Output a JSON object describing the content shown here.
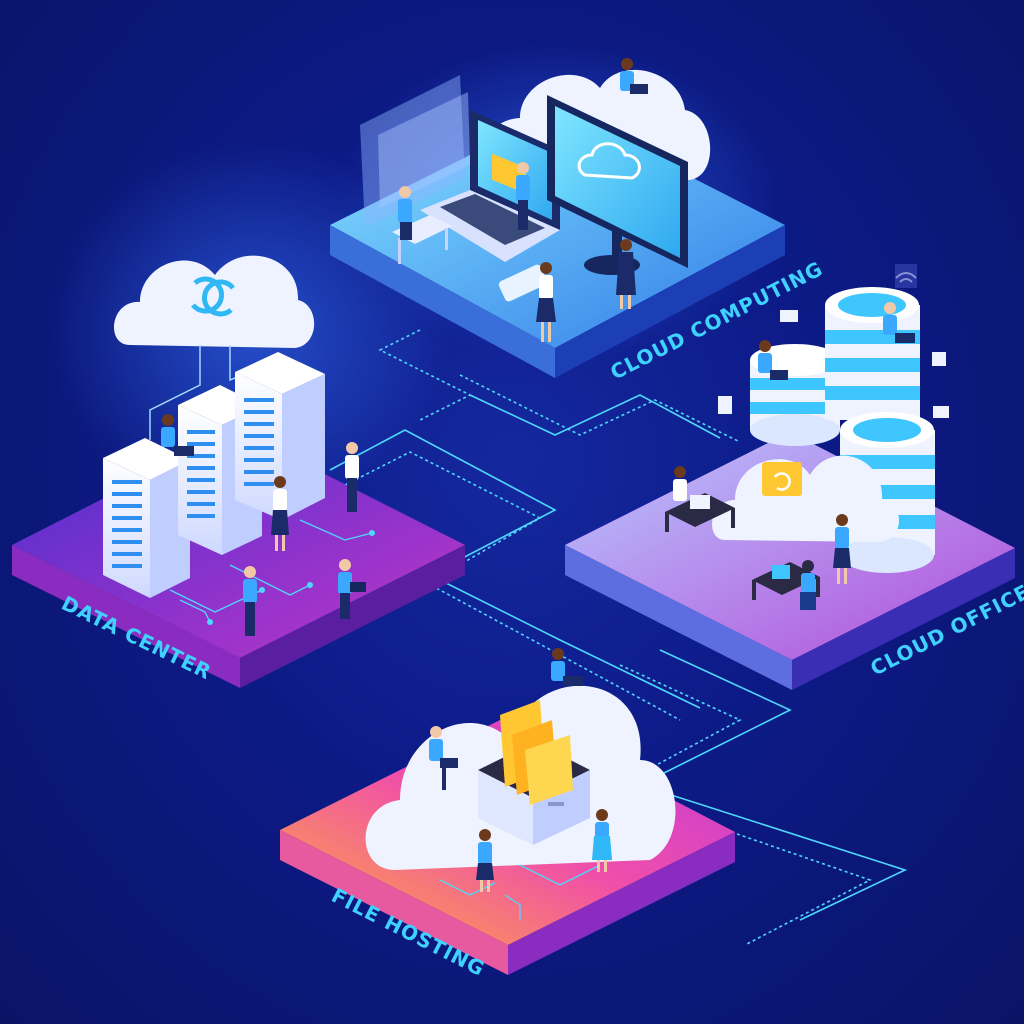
{
  "labels": {
    "cloud_computing": "CLOUD COMPUTING",
    "data_center": "DATA CENTER",
    "cloud_office": "CLOUD OFFICE",
    "file_hosting": "FILE HOSTING"
  },
  "colors": {
    "background": "#0c1a86",
    "label_text": "#3fd2ff",
    "connector_line": "#4fd8ff",
    "platform_blue": "#2f8ff0",
    "platform_purple": "#7a2ad0",
    "platform_pink": "#e63fae",
    "platform_orange": "#ff9a3a",
    "folder_yellow": "#ffc832",
    "server_white": "#eef3ff"
  }
}
